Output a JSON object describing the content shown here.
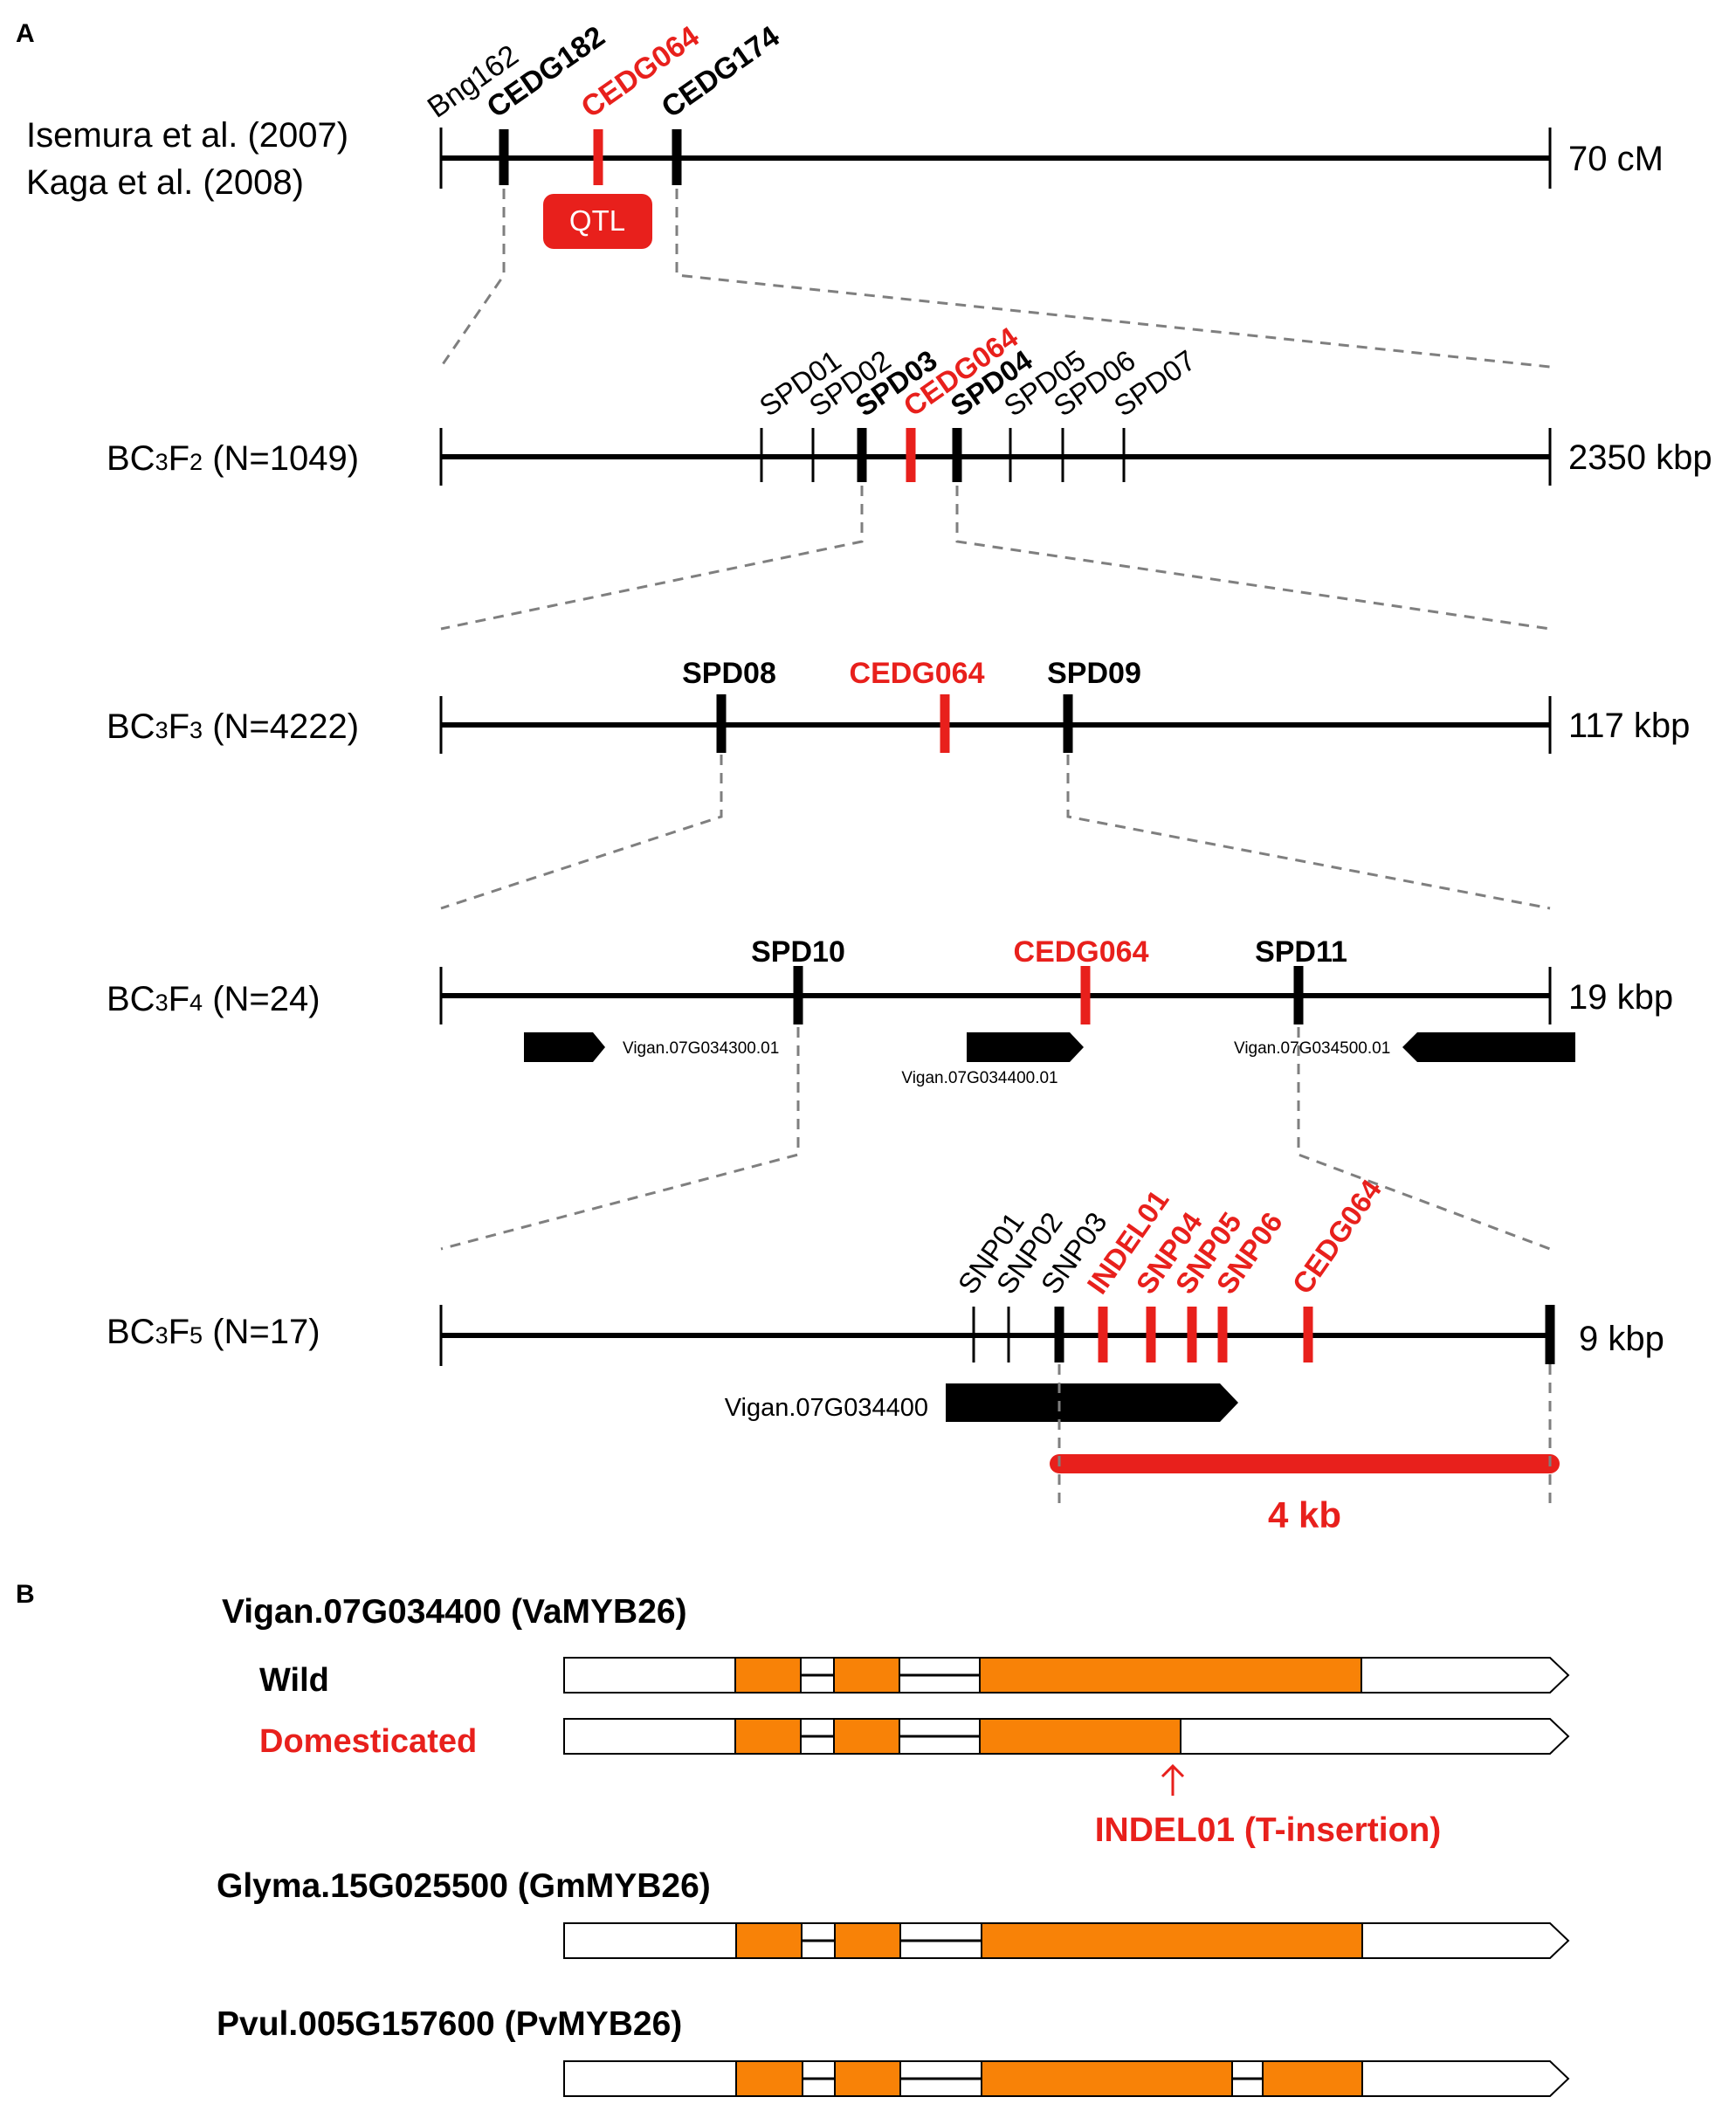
{
  "panel_a": {
    "label": "A",
    "levels": [
      {
        "id": "genetic-map",
        "label_lines": [
          "Isemura et al. (2007)",
          "Kaga et al. (2008)"
        ],
        "scale": "70 cM",
        "markers": [
          {
            "name": "Bng162",
            "style": "tick"
          },
          {
            "name": "CEDG182",
            "style": "black"
          },
          {
            "name": "CEDG064",
            "style": "red"
          },
          {
            "name": "CEDG174",
            "style": "black"
          }
        ],
        "qtl_label": "QTL"
      },
      {
        "id": "bc3f2",
        "label_prefix": "BC",
        "label_sub1": "3",
        "label_mid": "F",
        "label_sub2": "2",
        "label_suffix": " (N=1049)",
        "scale": "2350 kbp",
        "markers": [
          {
            "name": "SPD01",
            "style": "tick"
          },
          {
            "name": "SPD02",
            "style": "tick"
          },
          {
            "name": "SPD03",
            "style": "black"
          },
          {
            "name": "CEDG064",
            "style": "red"
          },
          {
            "name": "SPD04",
            "style": "black"
          },
          {
            "name": "SPD05",
            "style": "tick"
          },
          {
            "name": "SPD06",
            "style": "tick"
          },
          {
            "name": "SPD07",
            "style": "tick"
          }
        ]
      },
      {
        "id": "bc3f3",
        "label_prefix": "BC",
        "label_sub1": "3",
        "label_mid": "F",
        "label_sub2": "3",
        "label_suffix": " (N=4222)",
        "scale": "117 kbp",
        "markers": [
          {
            "name": "SPD08",
            "style": "black"
          },
          {
            "name": "CEDG064",
            "style": "red"
          },
          {
            "name": "SPD09",
            "style": "black"
          }
        ]
      },
      {
        "id": "bc3f4",
        "label_prefix": "BC",
        "label_sub1": "3",
        "label_mid": "F",
        "label_sub2": "4",
        "label_suffix": " (N=24)",
        "scale": "19 kbp",
        "markers": [
          {
            "name": "SPD10",
            "style": "black"
          },
          {
            "name": "CEDG064",
            "style": "red"
          },
          {
            "name": "SPD11",
            "style": "black"
          }
        ],
        "genes": [
          {
            "name": "Vigan.07G034300.01",
            "direction": "right"
          },
          {
            "name": "Vigan.07G034400.01",
            "direction": "right"
          },
          {
            "name": "Vigan.07G034500.01",
            "direction": "left"
          }
        ]
      },
      {
        "id": "bc3f5",
        "label_prefix": "BC",
        "label_sub1": "3",
        "label_mid": "F",
        "label_sub2": "5",
        "label_suffix": " (N=17)",
        "scale": "9 kbp",
        "markers": [
          {
            "name": "SNP01",
            "style": "tick"
          },
          {
            "name": "SNP02",
            "style": "tick"
          },
          {
            "name": "SNP03",
            "style": "black"
          },
          {
            "name": "INDEL01",
            "style": "red"
          },
          {
            "name": "SNP04",
            "style": "red"
          },
          {
            "name": "SNP05",
            "style": "red"
          },
          {
            "name": "SNP06",
            "style": "red"
          },
          {
            "name": "CEDG064",
            "style": "red"
          }
        ],
        "gene": {
          "name": "Vigan.07G034400",
          "direction": "right"
        },
        "region_label": "4 kb"
      }
    ]
  },
  "panel_b": {
    "label": "B",
    "genes": [
      {
        "title": "Vigan.07G034400 (VaMYB26)",
        "rows": [
          {
            "label": "Wild",
            "label_color": "#000000"
          },
          {
            "label": "Domesticated",
            "label_color": "#e8201c"
          }
        ]
      },
      {
        "title": "Glyma.15G025500 (GmMYB26)",
        "rows": [
          {
            "label": ""
          }
        ]
      },
      {
        "title": "Pvul.005G157600 (PvMYB26)",
        "rows": [
          {
            "label": ""
          }
        ]
      }
    ],
    "mutation_label": "INDEL01 (T-insertion)"
  },
  "colors": {
    "red": "#e8201c",
    "black": "#000000",
    "exon": "#f88207",
    "dash": "#7f7f7f"
  }
}
